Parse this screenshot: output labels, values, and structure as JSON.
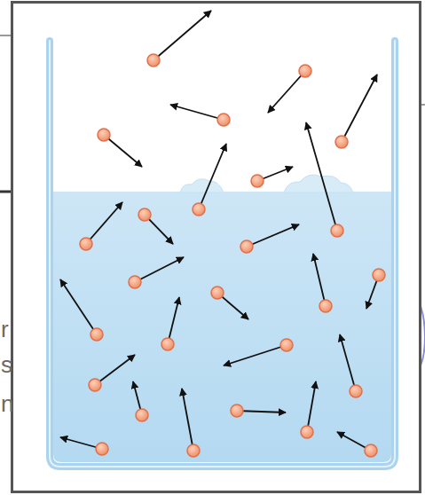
{
  "diagram": {
    "labels": [
      "r",
      "s",
      "n"
    ]
  }
}
